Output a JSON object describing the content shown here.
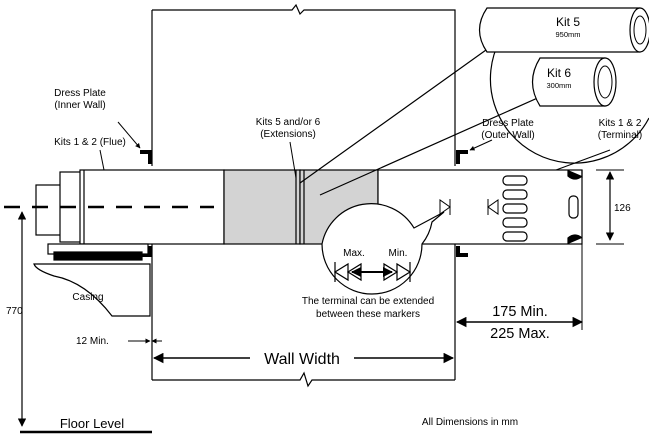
{
  "labels": {
    "dress_plate_inner": [
      "Dress Plate",
      "(Inner Wall)"
    ],
    "flue": "Kits 1 & 2 (Flue)",
    "extensions": [
      "Kits 5 and/or 6",
      "(Extensions)"
    ],
    "dress_plate_outer": [
      "Dress Plate",
      "(Outer Wall)"
    ],
    "terminal": [
      "Kits 1 & 2",
      "(Terminal)"
    ],
    "kit5": {
      "name": "Kit 5",
      "length": "950mm"
    },
    "kit6": {
      "name": "Kit 6",
      "length": "300mm"
    },
    "casing": "Casing",
    "max": "Max.",
    "min": "Min.",
    "terminal_note": [
      "The terminal can be extended",
      "between these markers"
    ],
    "floor_level": "Floor Level",
    "all_dimensions": "All Dimensions in mm"
  },
  "dimensions": {
    "height_to_floor": "770",
    "terminal_diameter": "126",
    "min_clearance": "12 Min.",
    "wall_width": "Wall Width",
    "projection_min": "175 Min.",
    "projection_max": "225 Max."
  }
}
